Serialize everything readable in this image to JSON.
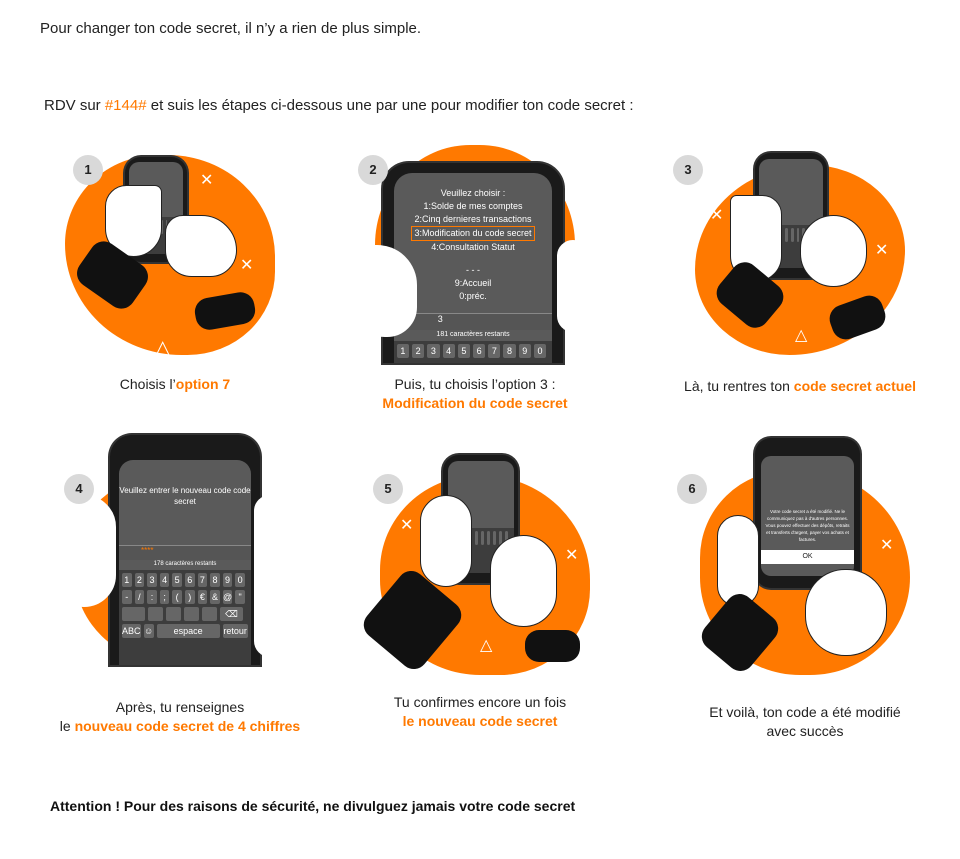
{
  "intro": "Pour changer ton code secret, il n’y a rien de plus simple.",
  "rdv": {
    "prefix": "RDV sur ",
    "code": "#144#",
    "suffix": " et suis les étapes ci-dessous une par une pour modifier ton code secret :"
  },
  "colors": {
    "accent": "#ff7900",
    "badge": "#d9d9d9",
    "phone_screen": "#5a5a5a"
  },
  "steps": [
    {
      "number": "1",
      "caption_plain": "Choisis l’",
      "caption_highlight": "option 7"
    },
    {
      "number": "2",
      "caption_plain": "Puis, tu choisis l’option 3 :",
      "caption_highlight": "Modification du code secret",
      "screen": {
        "title": "Veuillez choisir :",
        "options": [
          "1:Solde de mes comptes",
          "2:Cinq dernieres transactions",
          "3:Modification du code secret",
          "4:Consultation Statut"
        ],
        "sep": "- - -",
        "nav": [
          "9:Accueil",
          "0:préc."
        ],
        "input": "3",
        "remaining": "181 caractères restants",
        "keys": [
          "1",
          "2",
          "3",
          "4",
          "5",
          "6",
          "7",
          "8",
          "9",
          "0"
        ]
      }
    },
    {
      "number": "3",
      "caption_plain": "Là, tu rentres ton ",
      "caption_highlight": "code secret actuel"
    },
    {
      "number": "4",
      "caption_line1": "Après, tu renseignes",
      "caption_plain": "le ",
      "caption_highlight": "nouveau code secret de 4 chiffres",
      "screen": {
        "title": "Veuillez entrer le nouveau code code secret",
        "input": "****",
        "remaining": "178 caractères restants",
        "keys": [
          "1",
          "2",
          "3",
          "4",
          "5",
          "6",
          "7",
          "8",
          "9",
          "0",
          "-",
          "/",
          ":",
          ";",
          "(",
          ")",
          "€",
          "&",
          "@",
          "\""
        ],
        "abc": "ABC",
        "space": "espace",
        "return": "retour"
      }
    },
    {
      "number": "5",
      "caption_line1": "Tu confirmes encore un fois",
      "caption_highlight": "le nouveau code secret"
    },
    {
      "number": "6",
      "caption_line1": "Et voilà, ton code a été modifié",
      "caption_line2": "avec succès",
      "screen": {
        "message": "Votre code secret a été modifié. Ne le communiquez pas à d'autres personnes. Vous pouvez effectuer des dépôts, retraits et transferts d'argent, payer vos achats et factures.",
        "ok": "OK"
      }
    }
  ],
  "warning": "Attention ! Pour des raisons de sécurité, ne divulguez jamais votre code secret"
}
